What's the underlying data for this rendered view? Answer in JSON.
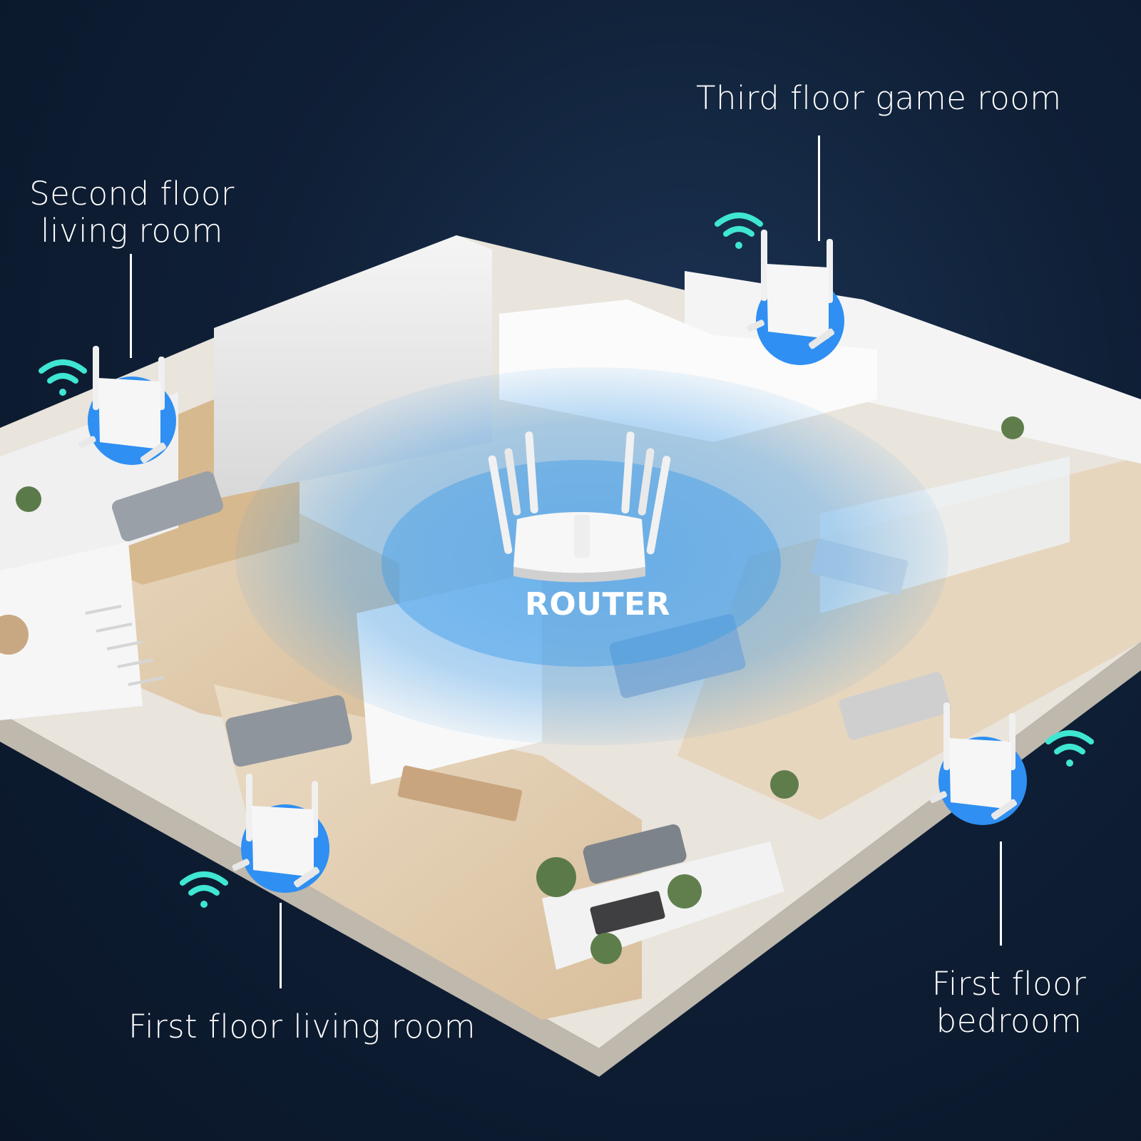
{
  "labels": {
    "third_floor_game_room": "Third floor game room",
    "second_floor_living_room_line1": "Second floor",
    "second_floor_living_room_line2": "living room",
    "first_floor_living_room": "First floor living room",
    "first_floor_bedroom_line1": "First floor",
    "first_floor_bedroom_line2": "bedroom",
    "router": "ROUTER"
  },
  "icons": {
    "wifi": "wifi-icon",
    "router": "router-icon",
    "extender": "extender-icon"
  },
  "colors": {
    "background": "#0f1f36",
    "wifi_signal": "#3fe6d2",
    "coverage_blue": "#3d9be9",
    "extender_badge": "#2f8ff2",
    "floor_wood": "#e6cfb0",
    "wall": "#f2f2f2"
  }
}
